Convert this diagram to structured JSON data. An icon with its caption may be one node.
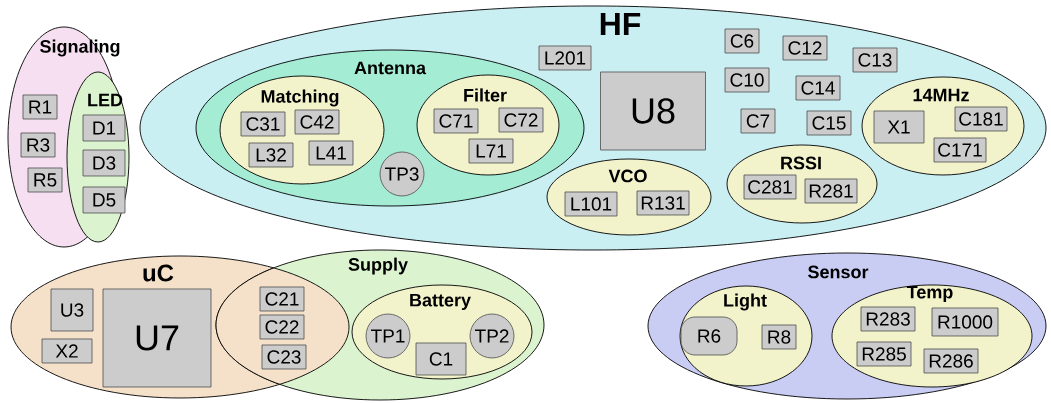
{
  "diagram": {
    "nodes": [
      {
        "text": [
          "Signaling"
        ]
      },
      {
        "text": [
          "R1"
        ],
        "in": 0
      },
      {
        "text": [
          "R3"
        ],
        "in": 0
      },
      {
        "text": [
          "R5"
        ],
        "in": 0
      },
      {
        "text": [
          "LED"
        ],
        "in": 0
      },
      {
        "text": [
          "D1"
        ],
        "in": 4
      },
      {
        "text": [
          "D3"
        ],
        "in": 4
      },
      {
        "text": [
          "D5"
        ],
        "in": 4
      },
      {
        "text": [
          "HF"
        ]
      },
      {
        "text": [
          "Antenna"
        ],
        "in": 8
      },
      {
        "text": [
          "Matching"
        ],
        "in": 9
      },
      {
        "text": [
          "C31"
        ],
        "in": 10
      },
      {
        "text": [
          "C42"
        ],
        "in": 10
      },
      {
        "text": [
          "L32"
        ],
        "in": 10
      },
      {
        "text": [
          "L41"
        ],
        "in": 10
      },
      {
        "text": [
          "TP3"
        ],
        "in": 9
      },
      {
        "text": [
          "Filter"
        ],
        "in": 9
      },
      {
        "text": [
          "C71"
        ],
        "in": 16
      },
      {
        "text": [
          "C72"
        ],
        "in": 16
      },
      {
        "text": [
          "L71"
        ],
        "in": 16
      },
      {
        "text": [
          "L201"
        ],
        "in": 8
      },
      {
        "text": [
          "U8"
        ],
        "in": 8
      },
      {
        "text": [
          "C6"
        ],
        "in": 8
      },
      {
        "text": [
          "C10"
        ],
        "in": 8
      },
      {
        "text": [
          "C7"
        ],
        "in": 8
      },
      {
        "text": [
          "C12"
        ],
        "in": 8
      },
      {
        "text": [
          "C13"
        ],
        "in": 8
      },
      {
        "text": [
          "C14"
        ],
        "in": 8
      },
      {
        "text": [
          "C15"
        ],
        "in": 8
      },
      {
        "text": [
          "VCO"
        ],
        "in": 8
      },
      {
        "text": [
          "L101"
        ],
        "in": 29
      },
      {
        "text": [
          "R131"
        ],
        "in": 29
      },
      {
        "text": [
          "RSSI"
        ],
        "in": 8
      },
      {
        "text": [
          "C281"
        ],
        "in": 32
      },
      {
        "text": [
          "R281"
        ],
        "in": 32
      },
      {
        "text": [
          "14MHz"
        ],
        "in": 8
      },
      {
        "text": [
          "X1"
        ],
        "in": 35
      },
      {
        "text": [
          "C181"
        ],
        "in": 35
      },
      {
        "text": [
          "C171"
        ],
        "in": 35
      },
      {
        "text": [
          "uC"
        ]
      },
      {
        "text": [
          "U3"
        ],
        "in": 39
      },
      {
        "text": [
          "X2"
        ],
        "in": 39
      },
      {
        "text": [
          "U7"
        ],
        "in": 39
      },
      {
        "text": [
          "Supply"
        ]
      },
      {
        "text": [
          "C21"
        ]
      },
      {
        "text": [
          "C22"
        ]
      },
      {
        "text": [
          "C23"
        ]
      },
      {
        "text": [
          "Battery"
        ],
        "in": 43
      },
      {
        "text": [
          "TP1"
        ],
        "in": 47
      },
      {
        "text": [
          "C1"
        ],
        "in": 47
      },
      {
        "text": [
          "TP2"
        ],
        "in": 47
      },
      {
        "text": [
          "Sensor"
        ]
      },
      {
        "text": [
          "Light"
        ],
        "in": 51
      },
      {
        "text": [
          "R6"
        ],
        "in": 52
      },
      {
        "text": [
          "R8"
        ],
        "in": 52
      },
      {
        "text": [
          "Temp"
        ],
        "in": 51
      },
      {
        "text": [
          "R283"
        ],
        "in": 55
      },
      {
        "text": [
          "R1000"
        ],
        "in": 55
      },
      {
        "text": [
          "R285"
        ],
        "in": 55
      },
      {
        "text": [
          "R286"
        ],
        "in": 55
      }
    ]
  }
}
